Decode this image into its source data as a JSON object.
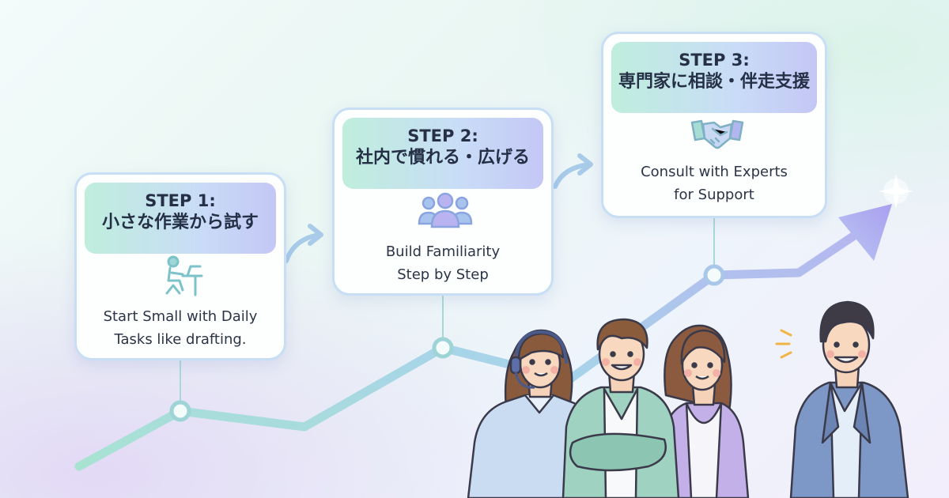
{
  "steps": [
    {
      "step": "STEP 1:",
      "title": "小さな作業から試す",
      "desc_line1": "Start Small with Daily",
      "desc_line2": "Tasks like drafting.",
      "icon": "person-at-desk-icon"
    },
    {
      "step": "STEP 2:",
      "title": "社内で慣れる・広げる",
      "desc_line1": "Build Familiarity",
      "desc_line2": "Step by Step",
      "icon": "group-of-people-icon"
    },
    {
      "step": "STEP 3:",
      "title": "専門家に相談・伴走支援",
      "desc_line1": "Consult with Experts",
      "desc_line2": "for Support",
      "icon": "handshake-icon"
    }
  ],
  "colors": {
    "path_line": "#9fd3df",
    "arrow_head": "#b7b3f0",
    "card_border": "#c7def4",
    "label_start": "#bfeedd",
    "label_end": "#c4c7f5",
    "icon_teal": "#7cc3c9",
    "icon_purple": "#a8a3e6"
  },
  "people": [
    "woman-with-headset",
    "man-arms-crossed",
    "woman-cardigan",
    "man-in-suit"
  ]
}
